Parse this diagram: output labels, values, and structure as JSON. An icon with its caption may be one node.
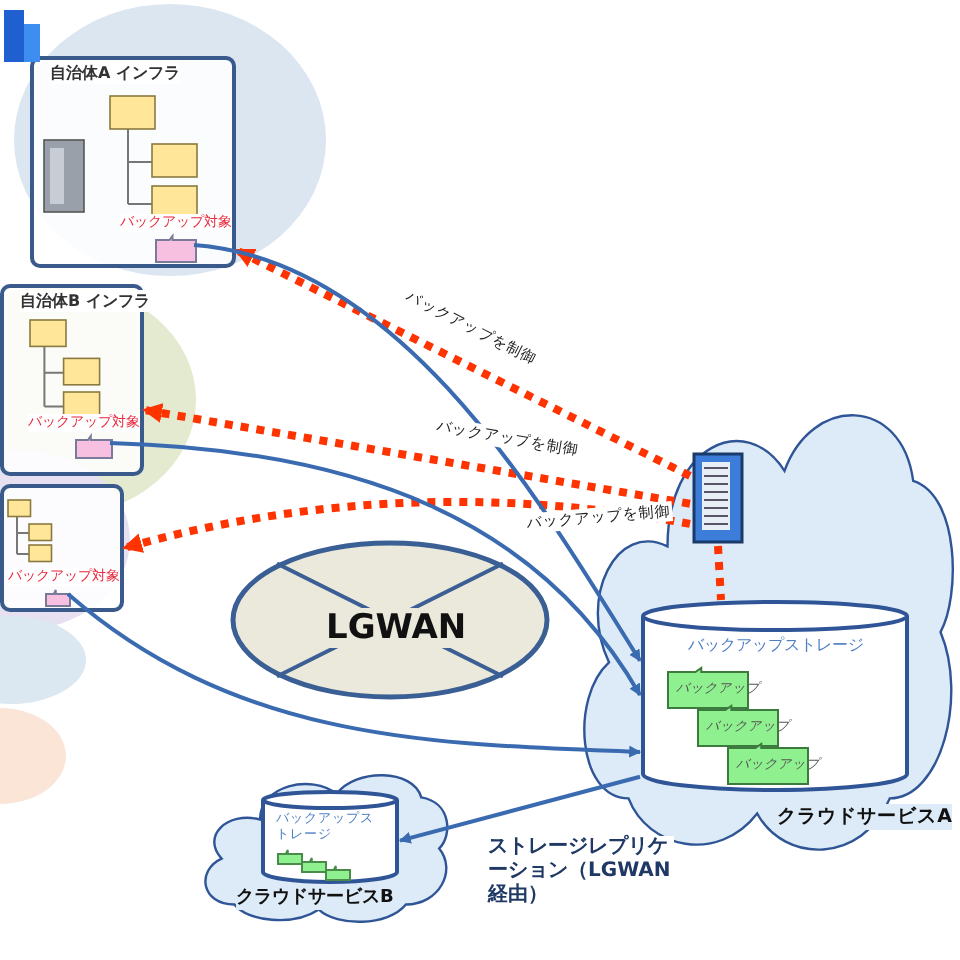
{
  "diagram": {
    "nodes": [
      {
        "text": [
          "自治体A インフラ"
        ]
      },
      {
        "text": [],
        "shape": "folder",
        "in": 0,
        "beside": [
          "バックアップ対象"
        ]
      },
      {
        "text": [
          "自治体B インフラ"
        ]
      },
      {
        "text": [],
        "shape": "folder",
        "in": 2,
        "beside": [
          "バックアップ対象"
        ]
      },
      {
        "text": [],
        "shape": "box"
      },
      {
        "text": [],
        "shape": "folder",
        "in": 4,
        "beside": [
          "バックアップ対象"
        ]
      },
      {
        "text": [
          "LGWAN"
        ]
      },
      {
        "text": [
          "クラウドサービスA"
        ]
      },
      {
        "text": [],
        "shape": "server",
        "in": 7
      },
      {
        "text": [
          "バックアップストレージ"
        ],
        "in": 7
      },
      {
        "text": [
          "バックアップ"
        ],
        "in": 9
      },
      {
        "text": [
          "バックアップ"
        ],
        "in": 9
      },
      {
        "text": [
          "バックアップ"
        ],
        "in": 9
      },
      {
        "text": [
          "クラウドサービスB"
        ]
      },
      {
        "text": [
          "バックアップストレージ"
        ],
        "in": 13
      },
      {
        "text": [],
        "shape": "folder",
        "in": 14
      },
      {
        "text": [],
        "shape": "folder",
        "in": 14
      },
      {
        "text": [],
        "shape": "folder",
        "in": 14
      }
    ],
    "edges": [
      {
        "from": 8,
        "to": 0,
        "arrow": "to",
        "label": "バックアップを制御",
        "style": "dashed",
        "color": "#ff3300"
      },
      {
        "from": 8,
        "to": 2,
        "arrow": "to",
        "label": "バックアップを制御",
        "style": "dashed",
        "color": "#ff3300"
      },
      {
        "from": 8,
        "to": 4,
        "arrow": "to",
        "label": "バックアップを制御",
        "style": "dashed",
        "color": "#ff3300"
      },
      {
        "from": 8,
        "to": 9,
        "arrow": "none",
        "style": "dashed",
        "color": "#ff3300"
      },
      {
        "from": 1,
        "to": 9,
        "arrow": "to",
        "color": "#3a6bb0"
      },
      {
        "from": 3,
        "to": 9,
        "arrow": "to",
        "color": "#3a6bb0"
      },
      {
        "from": 5,
        "to": 9,
        "arrow": "to",
        "color": "#3a6bb0"
      },
      {
        "from": 9,
        "to": 14,
        "arrow": "to",
        "label": "ストレージレプリケーション（LGWAN経由）",
        "color": "#3a6bb0"
      }
    ]
  }
}
